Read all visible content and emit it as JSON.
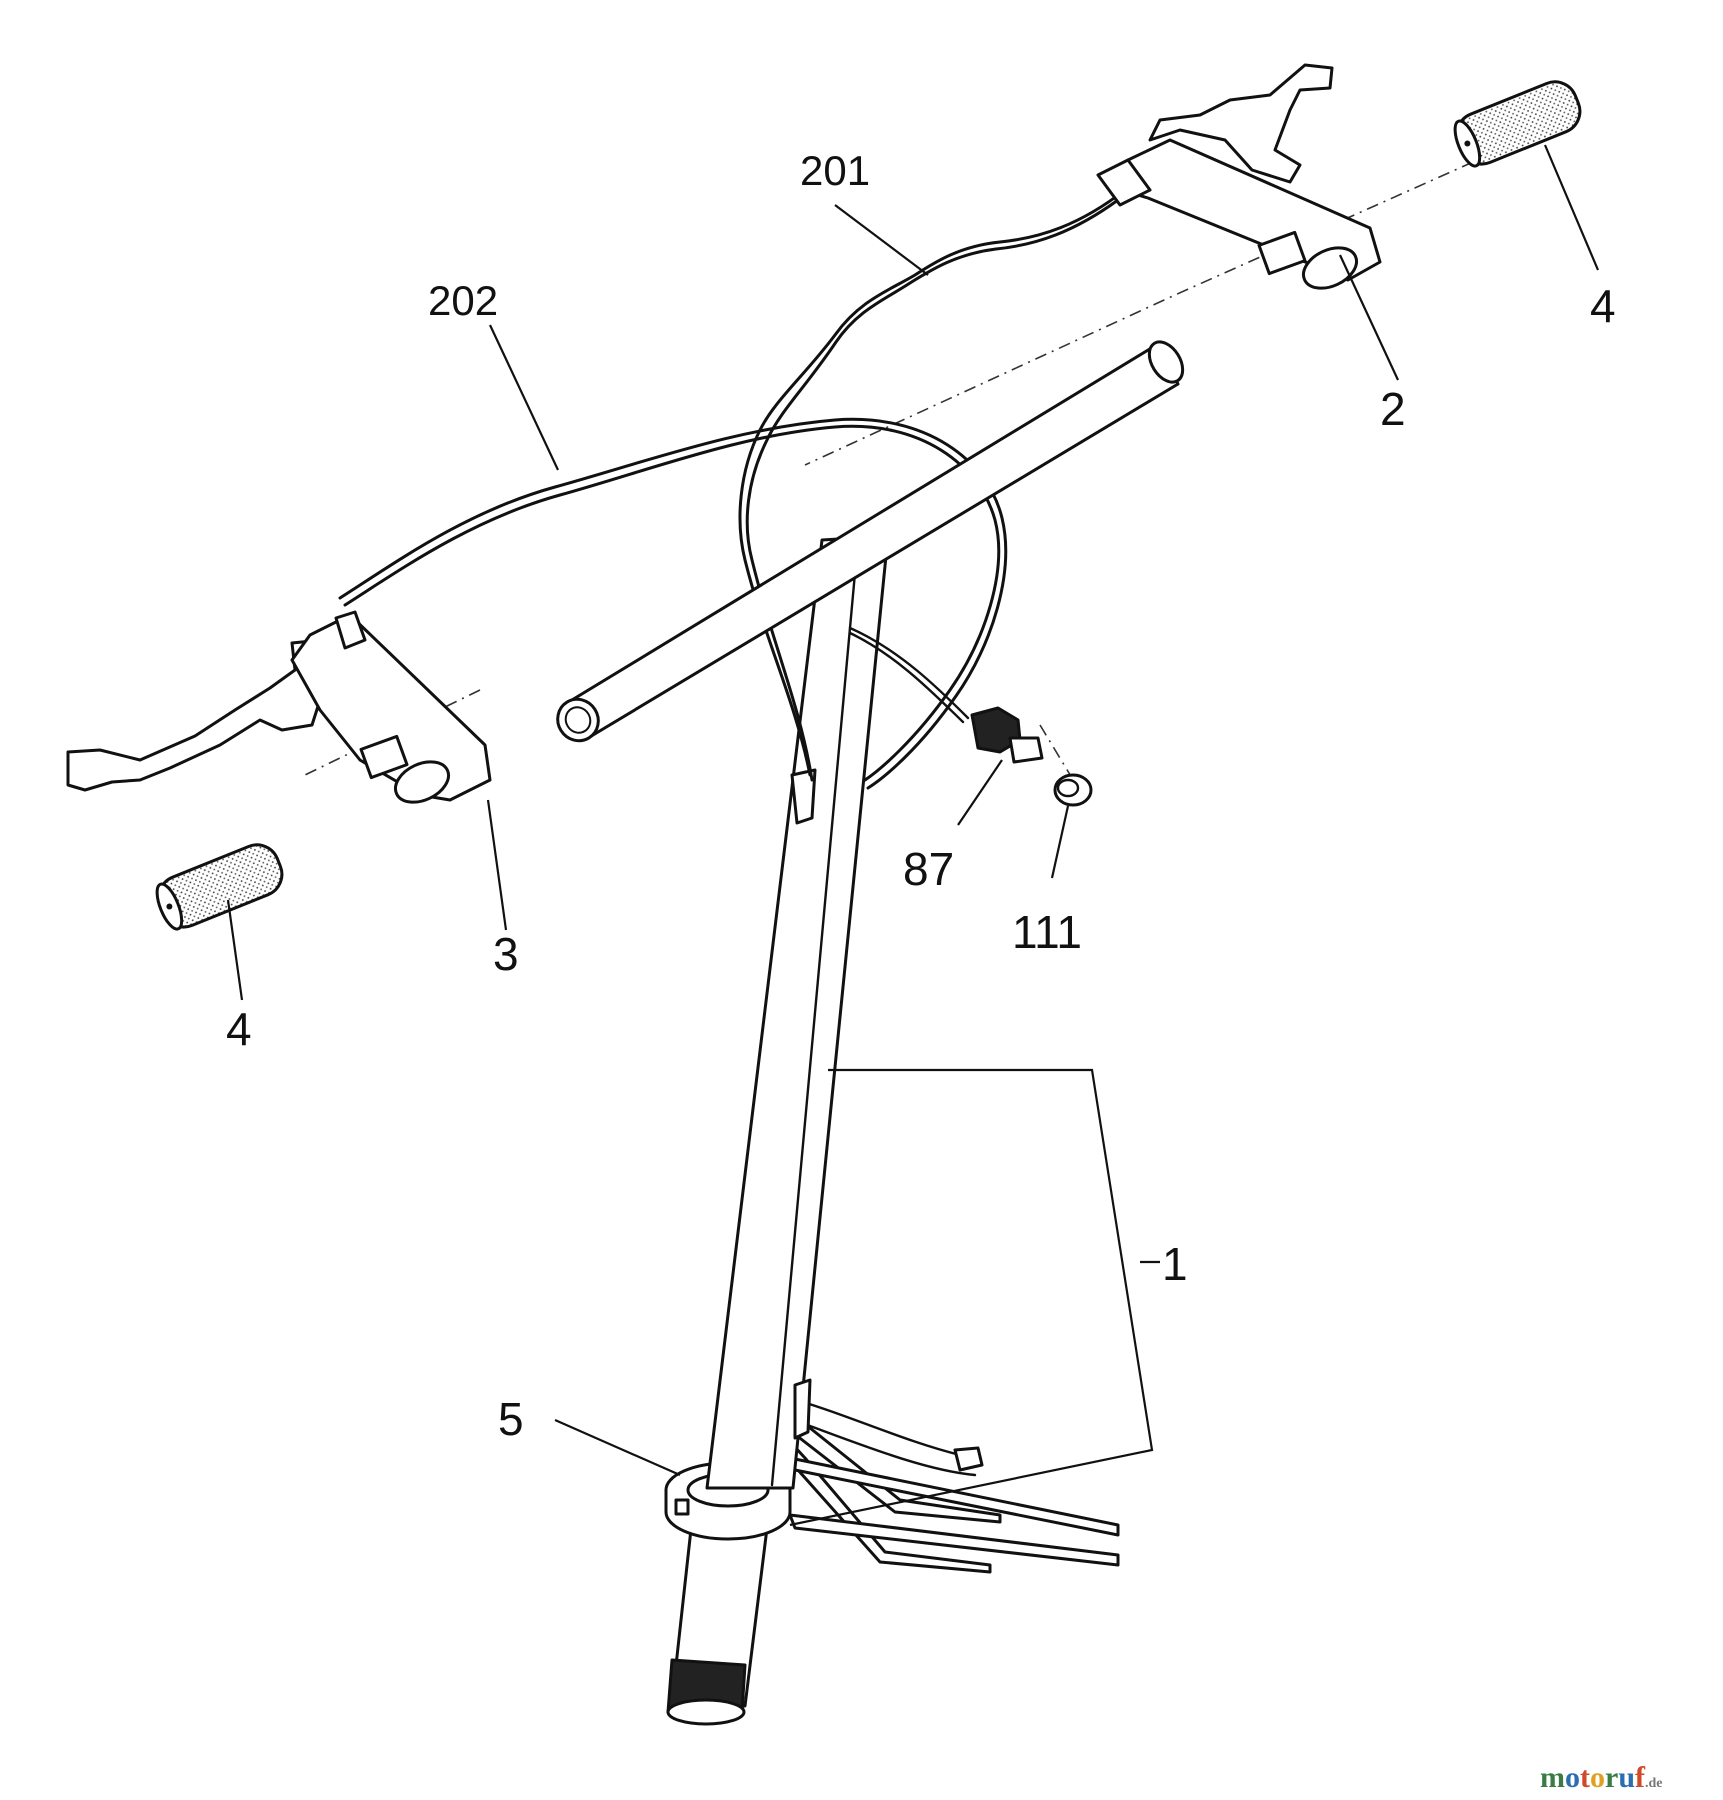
{
  "callouts": {
    "c201": "201",
    "c202": "202",
    "c2": "2",
    "c3": "3",
    "c4_right": "4",
    "c4_left": "4",
    "c87": "87",
    "c111": "111",
    "c1": "1",
    "c5": "5"
  },
  "watermark": {
    "parts": [
      {
        "text": "m",
        "color": "#3a7d44"
      },
      {
        "text": "o",
        "color": "#2a6fb0"
      },
      {
        "text": "t",
        "color": "#d04a2a"
      },
      {
        "text": "o",
        "color": "#e0a020"
      },
      {
        "text": "r",
        "color": "#3a7d44"
      },
      {
        "text": "u",
        "color": "#2a6fb0"
      },
      {
        "text": "f",
        "color": "#d04a2a"
      }
    ],
    "suffix": ".de"
  }
}
